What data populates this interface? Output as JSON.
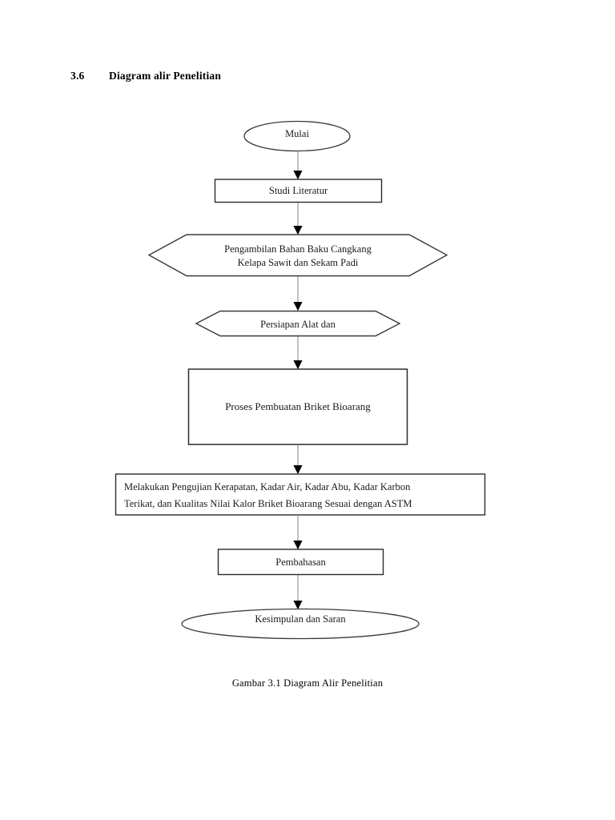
{
  "document": {
    "section_number": "3.6",
    "section_title": "Diagram alir Penelitian",
    "caption": "Gambar 3.1 Diagram Alir Penelitian"
  },
  "colors": {
    "shape_stroke": "#000000",
    "connector": "#b3b3b3",
    "arrowhead": "#000000",
    "text": "#1a1a1a",
    "background": "#ffffff"
  },
  "chart_data": {
    "type": "flowchart",
    "title": "Gambar 3.1 Diagram Alir Penelitian",
    "direction": "top-to-bottom",
    "nodes": [
      {
        "id": "start",
        "shape": "ellipse",
        "label": "Mulai"
      },
      {
        "id": "literature",
        "shape": "rectangle",
        "label": "Studi Literatur"
      },
      {
        "id": "material",
        "shape": "hexagon",
        "label": "Pengambilan Bahan Baku Cangkang\nKelapa Sawit dan Sekam Padi"
      },
      {
        "id": "preparation",
        "shape": "hexagon",
        "label": "Persiapan Alat dan"
      },
      {
        "id": "process",
        "shape": "rectangle",
        "label": "Proses Pembuatan Briket Bioarang"
      },
      {
        "id": "testing",
        "shape": "rectangle",
        "label": "Melakukan Pengujian Kerapatan, Kadar Air, Kadar Abu, Kadar Karbon\nTerikat, dan Kualitas Nilai Kalor Briket Bioarang Sesuai dengan ASTM"
      },
      {
        "id": "discussion",
        "shape": "rectangle",
        "label": "Pembahasan"
      },
      {
        "id": "conclusion",
        "shape": "ellipse",
        "label": "Kesimpulan dan Saran"
      }
    ],
    "edges": [
      {
        "from": "start",
        "to": "literature"
      },
      {
        "from": "literature",
        "to": "material"
      },
      {
        "from": "material",
        "to": "preparation"
      },
      {
        "from": "preparation",
        "to": "process"
      },
      {
        "from": "process",
        "to": "testing"
      },
      {
        "from": "testing",
        "to": "discussion"
      },
      {
        "from": "discussion",
        "to": "conclusion"
      }
    ]
  }
}
